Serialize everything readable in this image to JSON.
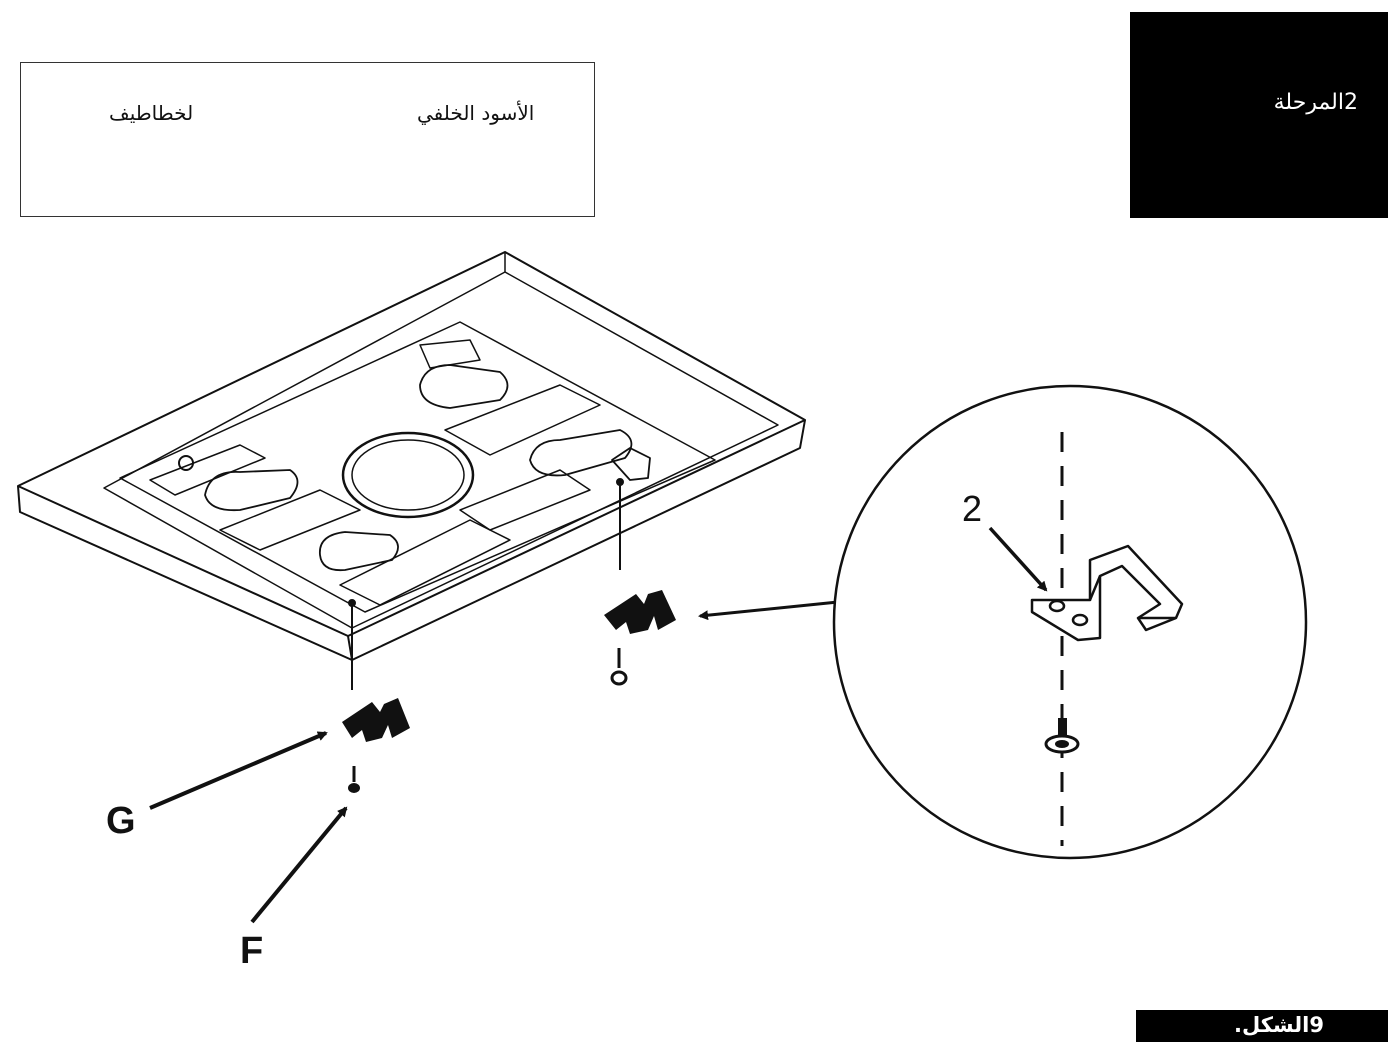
{
  "parts_box": {
    "left_label": "لخطاطيف",
    "right_label": "الأسود الخلفي"
  },
  "step_box": {
    "label": "2المرحلة"
  },
  "figure_box": {
    "label": "9الشكل."
  },
  "callouts": {
    "g": "G",
    "f": "F",
    "detail_number": "2"
  },
  "colors": {
    "ink": "#111111",
    "panel_black": "#000000",
    "paper": "#ffffff"
  }
}
